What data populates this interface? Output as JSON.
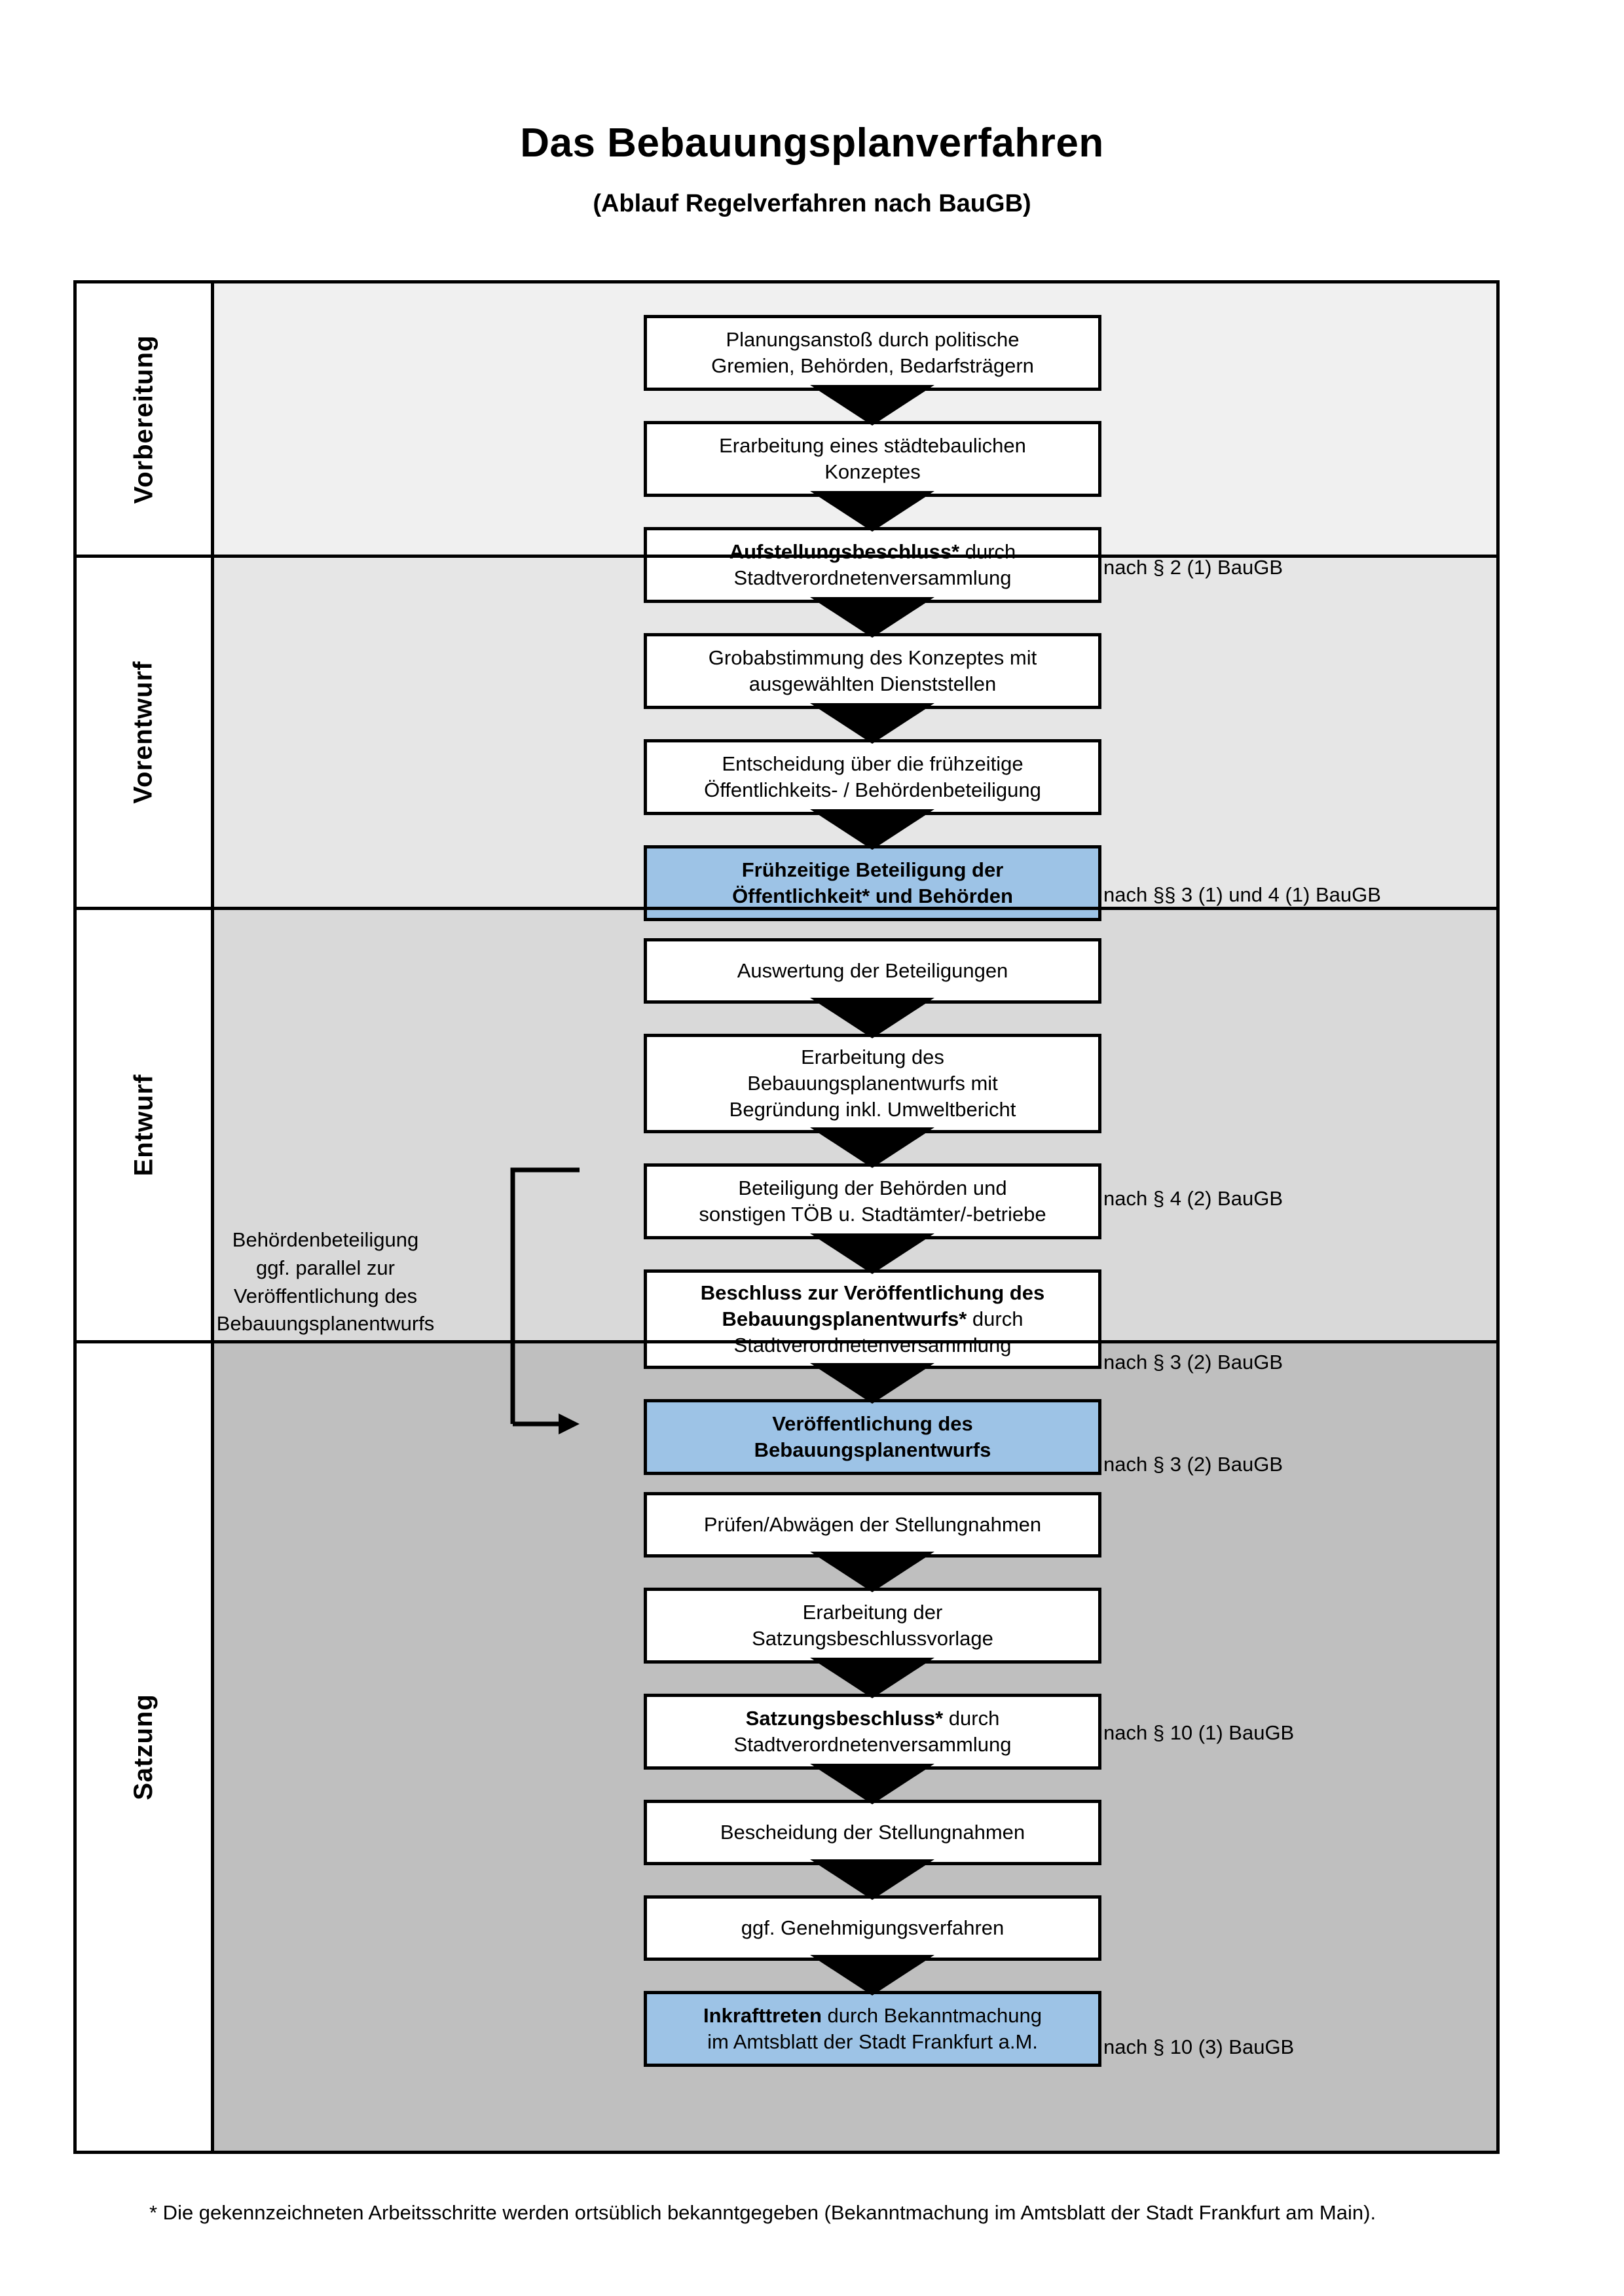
{
  "title": "Das Bebauungsplanverfahren",
  "subtitle": "(Ablauf Regelverfahren nach BauGB)",
  "colors": {
    "highlight_fill": "#9dc3e6",
    "band_vorbereitung": "#f0f0f0",
    "band_vorentwurf": "#e6e6e6",
    "band_entwurf": "#d9d9d9",
    "band_satzung": "#bfbfbf",
    "stroke": "#000000"
  },
  "phases": [
    {
      "label": "Vorbereitung"
    },
    {
      "label": "Vorentwurf"
    },
    {
      "label": "Entwurf"
    },
    {
      "label": "Satzung"
    }
  ],
  "steps": [
    {
      "id": "planungsanstoss",
      "line1": "Planungsanstoß durch politische",
      "line2": "Gremien, Behörden, Bedarfsträgern",
      "highlight": false
    },
    {
      "id": "staedtebauliches-konzept",
      "line1": "Erarbeitung eines städtebaulichen",
      "line2": "Konzeptes",
      "highlight": false
    },
    {
      "id": "aufstellungsbeschluss",
      "bold1": "Aufstellungsbeschluss*",
      "rest1": " durch",
      "line2": "Stadtverordnetenversammlung",
      "highlight": false
    },
    {
      "id": "grobabstimmung",
      "line1": "Grobabstimmung des Konzeptes mit",
      "line2": "ausgewählten Dienststellen",
      "highlight": false
    },
    {
      "id": "entscheidung-fruehzeitige-beteiligung",
      "line1": "Entscheidung über die frühzeitige",
      "line2": "Öffentlichkeits- / Behördenbeteiligung",
      "highlight": false
    },
    {
      "id": "fruehzeitige-beteiligung",
      "bold1": "Frühzeitige Beteiligung der",
      "bold2": "Öffentlichkeit* und Behörden",
      "highlight": true
    },
    {
      "id": "auswertung-beteiligungen",
      "line1": "Auswertung der Beteiligungen",
      "highlight": false
    },
    {
      "id": "erarbeitung-bebauungsplanentwurf",
      "line1": "Erarbeitung des",
      "line2": "Bebauungsplanentwurfs mit",
      "line3": "Begründung inkl. Umweltbericht",
      "highlight": false
    },
    {
      "id": "beteiligung-behoerden-toeb",
      "line1": "Beteiligung der Behörden und",
      "line2": "sonstigen TÖB u. Stadtämter/-betriebe",
      "highlight": false
    },
    {
      "id": "beschluss-veroeffentlichung",
      "bold1": "Beschluss zur Veröffentlichung des",
      "bold2": "Bebauungsplanentwurfs*",
      "rest2": " durch",
      "line3": "Stadtverordnetenversammlung",
      "highlight": false
    },
    {
      "id": "veroeffentlichung-entwurf",
      "bold1": "Veröffentlichung des",
      "bold2": "Bebauungsplanentwurfs",
      "highlight": true
    },
    {
      "id": "pruefen-abwaegen",
      "line1": "Prüfen/Abwägen der Stellungnahmen",
      "highlight": false
    },
    {
      "id": "erarbeitung-satzungsbeschlussvorlage",
      "line1": "Erarbeitung der",
      "line2": "Satzungsbeschlussvorlage",
      "highlight": false
    },
    {
      "id": "satzungsbeschluss",
      "bold1": "Satzungsbeschluss*",
      "rest1": " durch",
      "line2": "Stadtverordnetenversammlung",
      "highlight": false
    },
    {
      "id": "bescheidung-stellungnahmen",
      "line1": "Bescheidung der Stellungnahmen",
      "highlight": false
    },
    {
      "id": "genehmigungsverfahren",
      "line1": "ggf. Genehmigungsverfahren",
      "highlight": false
    },
    {
      "id": "inkrafttreten",
      "bold1": "Inkrafttreten",
      "rest1": " durch Bekanntmachung",
      "line2": "im Amtsblatt der Stadt Frankfurt a.M.",
      "highlight": true
    }
  ],
  "legal_notes": [
    {
      "id": "note-par-2-1",
      "text": "nach § 2 (1) BauGB"
    },
    {
      "id": "note-par-3-1-4-1",
      "text": "nach §§ 3 (1) und 4 (1) BauGB"
    },
    {
      "id": "note-par-4-2",
      "text": "nach § 4 (2) BauGB"
    },
    {
      "id": "note-par-3-2-a",
      "text": "nach § 3 (2) BauGB"
    },
    {
      "id": "note-par-3-2-b",
      "text": "nach § 3 (2) BauGB"
    },
    {
      "id": "note-par-10-1",
      "text": "nach § 10 (1) BauGB"
    },
    {
      "id": "note-par-10-3",
      "text": "nach § 10 (3) BauGB"
    }
  ],
  "side_annotation": {
    "line1": "Behördenbeteiligung",
    "line2": "ggf. parallel zur",
    "line3": "Veröffentlichung des",
    "line4": "Bebauungsplanentwurfs"
  },
  "footnote": "* Die gekennzeichneten Arbeitsschritte werden ortsüblich bekanntgegeben (Bekanntmachung im Amtsblatt  der Stadt Frankfurt am Main)."
}
